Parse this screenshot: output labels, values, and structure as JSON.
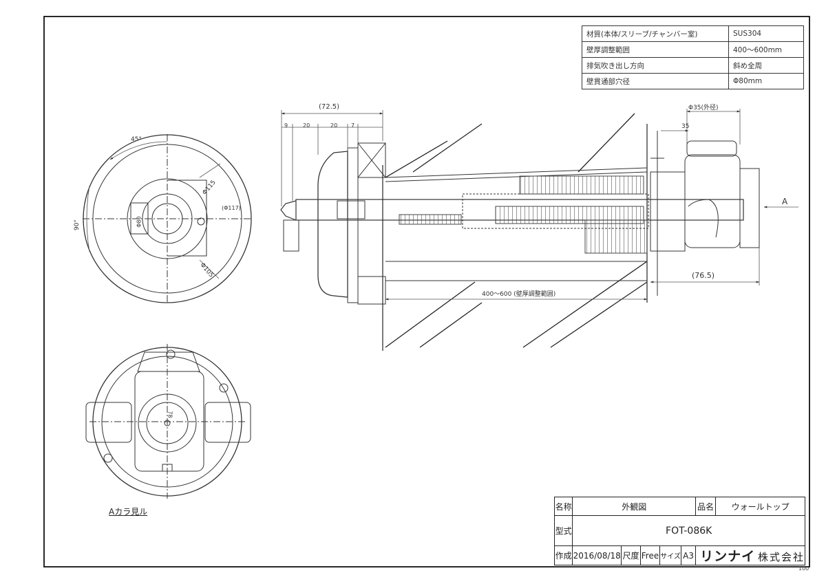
{
  "spec_table": [
    {
      "label": "材質(本体/スリーブ/チャンバー室)",
      "value": "SUS304"
    },
    {
      "label": "壁厚調整範囲",
      "value": "400～600mm"
    },
    {
      "label": "排気吹き出し方向",
      "value": "斜め全周"
    },
    {
      "label": "壁貫通部穴径",
      "value": "Φ80mm"
    }
  ],
  "dimensions": {
    "d72_5": "(72.5)",
    "d9": "9",
    "d20a": "20",
    "d20b": "20",
    "d7": "7",
    "phi35": "Φ35(外径)",
    "d35": "35",
    "arrow_a": "A",
    "d76_5": "(76.5)",
    "wall_range": "400～600 (壁厚調整範囲)",
    "angle45": "45°",
    "angle90": "90°",
    "phi115": "Φ115",
    "phi117": "(Φ117)",
    "phi105": "Φ105",
    "phi80": "Φ80",
    "small_dim": "78"
  },
  "view_caption": "Aカラ見ル",
  "title_block": {
    "name_label": "名称",
    "name_value": "外観図",
    "product_label": "品名",
    "product_value": "ウォールトップ",
    "model_label": "型式",
    "model_value": "FOT-086K",
    "made_label": "作成",
    "date": "2016/08/18",
    "scale_label": "尺度",
    "scale_value": "Free",
    "size_label": "サイズ",
    "size_value": "A3",
    "maker": "リンナイ",
    "company": "株式会社"
  },
  "sheet_number": "100"
}
